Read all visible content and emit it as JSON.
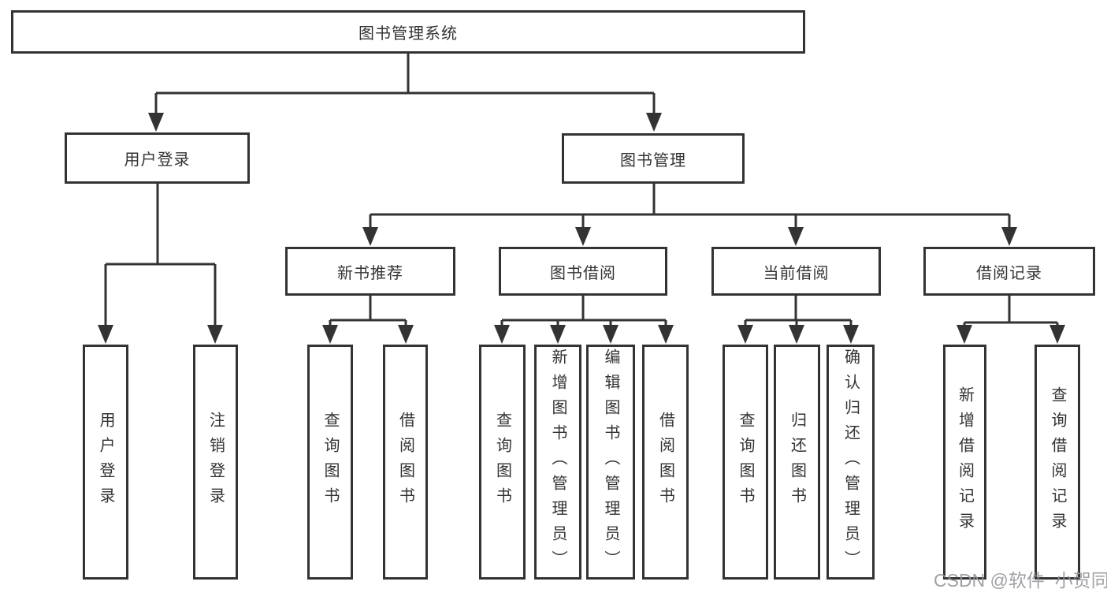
{
  "colors": {
    "line": "#333333",
    "box_border": "#333333",
    "text": "#333333",
    "background": "#ffffff",
    "watermark": "#96969c"
  },
  "watermark": {
    "text": "CSDN @软件_小贺同学"
  },
  "tree": {
    "label": "图书管理系统",
    "children": [
      {
        "label": "用户登录",
        "children": [
          {
            "label": "用户登录"
          },
          {
            "label": "注销登录"
          }
        ]
      },
      {
        "label": "图书管理",
        "children": [
          {
            "label": "新书推荐",
            "children": [
              {
                "label": "查询图书"
              },
              {
                "label": "借阅图书"
              }
            ]
          },
          {
            "label": "图书借阅",
            "children": [
              {
                "label": "查询图书"
              },
              {
                "label": "新增图书（管理员）"
              },
              {
                "label": "编辑图书（管理员）"
              },
              {
                "label": "借阅图书"
              }
            ]
          },
          {
            "label": "当前借阅",
            "children": [
              {
                "label": "查询图书"
              },
              {
                "label": "归还图书"
              },
              {
                "label": "确认归还（管理员）"
              }
            ]
          },
          {
            "label": "借阅记录",
            "children": [
              {
                "label": "新增借阅记录"
              },
              {
                "label": "查询借阅记录"
              }
            ]
          }
        ]
      }
    ]
  }
}
